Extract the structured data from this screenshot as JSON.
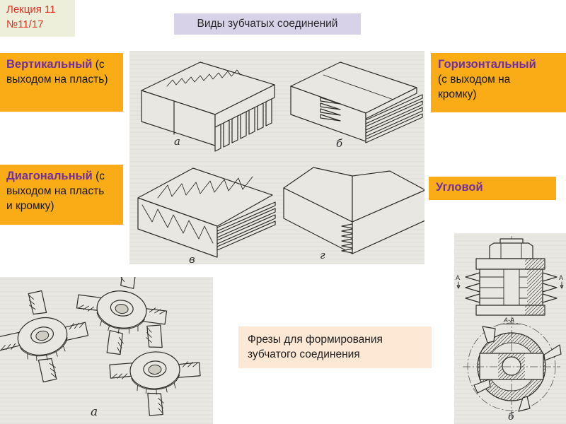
{
  "slide": {
    "badge": {
      "line1": "Лекция 11",
      "line2": "№11/17"
    },
    "title": "Виды зубчатых соединений"
  },
  "callouts": {
    "vertical": {
      "title": "Вертикальный",
      "subtitle": "(с выходом на пласть)"
    },
    "horizontal": {
      "title": "Горизонтальный",
      "subtitle": "(с выходом на кромку)"
    },
    "diagonal": {
      "title": "Диагональный",
      "subtitle": "(с выходом на пласть и кромку)"
    },
    "corner": {
      "title": "Угловой"
    }
  },
  "figures": {
    "joints": {
      "label_a": "а",
      "label_b": "б",
      "label_v": "в",
      "label_g": "г"
    },
    "cutters": {
      "label": "а"
    },
    "assembly": {
      "section_left": "А",
      "section_right": "А",
      "section_title": "А-А",
      "label": "б"
    }
  },
  "note": {
    "line1": "Фрезы для формирования",
    "line2": "зубчатого соединения"
  },
  "colors": {
    "accent_orange": "#F9AC15",
    "accent_purple": "#7030A0",
    "title_bg": "#D8D2E9",
    "badge_bg": "#EDEFDB",
    "badge_text": "#E3301F",
    "note_bg": "#FCE8D5",
    "scan_bg": "#E8E7E2"
  }
}
